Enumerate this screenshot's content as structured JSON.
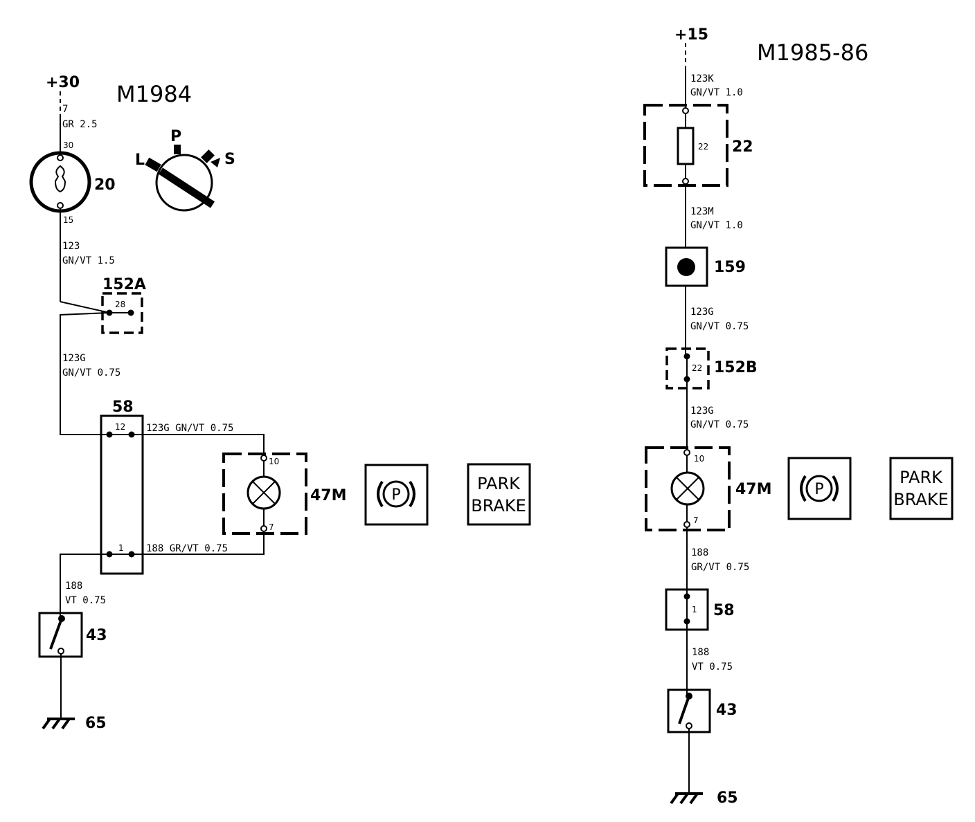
{
  "colors": {
    "ink": "#000000",
    "background": "#ffffff"
  },
  "left": {
    "title": "M1984",
    "supply": "+30",
    "wire_in": {
      "num": "7",
      "spec": "GR 2.5"
    },
    "ignition": {
      "ref": "20",
      "pin_in": "30",
      "pin_out": "15",
      "positions": [
        "L",
        "P",
        "S"
      ]
    },
    "wire_123": {
      "num": "123",
      "spec": "GN/VT 1.5"
    },
    "connector_152a": {
      "ref": "152A",
      "pin": "28"
    },
    "wire_123g": {
      "num": "123G",
      "spec": "GN/VT 0.75"
    },
    "connector_58": {
      "ref": "58",
      "pin_top": "12",
      "pin_bottom": "1"
    },
    "wire_top": "123G  GN/VT  0.75",
    "wire_bottom": "188  GR/VT  0.75",
    "lamp": {
      "ref": "47M",
      "pin_in": "10",
      "pin_out": "7"
    },
    "park_symbol": {
      "letter": "P"
    },
    "park_label": [
      "PARK",
      "BRAKE"
    ],
    "wire_188": {
      "num": "188",
      "spec": "VT  0.75"
    },
    "switch": {
      "ref": "43"
    },
    "ground": {
      "ref": "65"
    }
  },
  "right": {
    "title": "M1985-86",
    "supply": "+15",
    "wire_123k": {
      "num": "123K",
      "spec": "GN/VT  1.0"
    },
    "fuse": {
      "ref": "22",
      "label": "22"
    },
    "wire_123m": {
      "num": "123M",
      "spec": "GN/VT  1.0"
    },
    "splice": {
      "ref": "159"
    },
    "wire_123g_a": {
      "num": "123G",
      "spec": "GN/VT  0.75"
    },
    "connector_152b": {
      "ref": "152B",
      "pin": "22"
    },
    "wire_123g_b": {
      "num": "123G",
      "spec": "GN/VT  0.75"
    },
    "lamp": {
      "ref": "47M",
      "pin_in": "10",
      "pin_out": "7"
    },
    "park_symbol": {
      "letter": "P"
    },
    "park_label": [
      "PARK",
      "BRAKE"
    ],
    "wire_188a": {
      "num": "188",
      "spec": "GR/VT  0.75"
    },
    "connector_58": {
      "ref": "58",
      "pin": "1"
    },
    "wire_188b": {
      "num": "188",
      "spec": "VT  0.75"
    },
    "switch": {
      "ref": "43"
    },
    "ground": {
      "ref": "65"
    }
  }
}
